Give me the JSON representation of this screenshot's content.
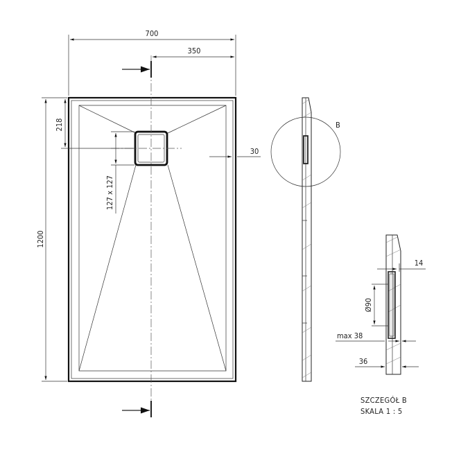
{
  "dimensions": {
    "width_total": "700",
    "width_half": "350",
    "length_total": "1200",
    "drain_offset": "218",
    "drain_size": "127 x 127",
    "side_offset": "30"
  },
  "section": {
    "detail_marker": "B"
  },
  "detail": {
    "dim_top": "14",
    "dim_diameter": "Ø90",
    "dim_max": "max 38",
    "dim_bottom": "36",
    "title": "SZCZEGÓŁ B",
    "scale": "SKALA 1 : 5"
  },
  "colors": {
    "line": "#111111",
    "background": "#ffffff"
  }
}
